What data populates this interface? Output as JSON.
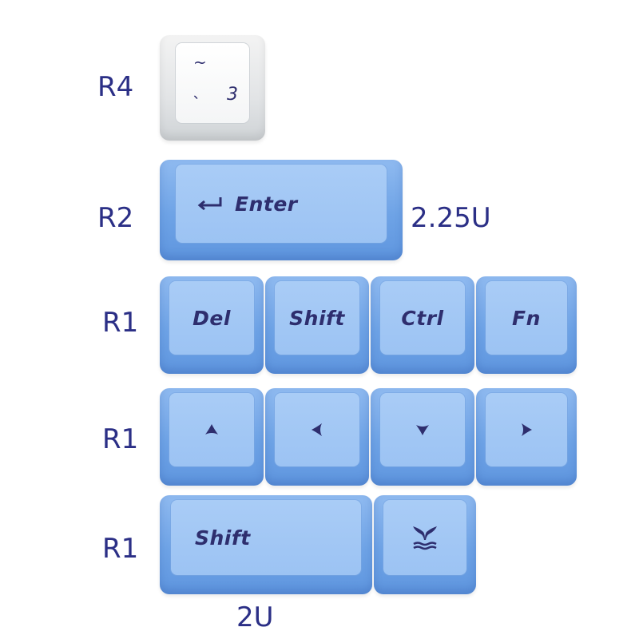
{
  "row_labels": {
    "r4": "R4",
    "r2": "R2",
    "r1_a": "R1",
    "r1_b": "R1",
    "r1_c": "R1"
  },
  "size_labels": {
    "enter": "2.25U",
    "shift": "2U"
  },
  "keycaps": {
    "tilde": {
      "top": "~",
      "bottom_left": "、",
      "bottom_right": "3"
    },
    "enter": {
      "label": "Enter",
      "icon": "return-arrow-icon"
    },
    "row1": [
      "Del",
      "Shift",
      "Ctrl",
      "Fn"
    ],
    "arrows": [
      "arrow-up-icon",
      "arrow-left-icon",
      "arrow-down-icon",
      "arrow-right-icon"
    ],
    "shift_2u": "Shift",
    "whale": "whale-tail-icon"
  },
  "colors": {
    "keycap_blue": "#7fb0ec",
    "keycap_white": "#f4f5f6",
    "legend": "#2e2e6e",
    "label_text": "#2b2f86"
  }
}
